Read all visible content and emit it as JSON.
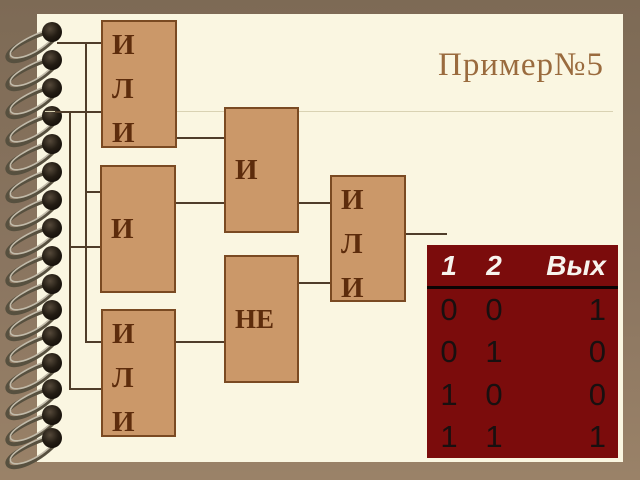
{
  "title": "Пример№5",
  "gates": {
    "or1": {
      "label": "И\nЛ\nИ"
    },
    "and1": {
      "label": "И"
    },
    "or2": {
      "label": "И\nЛ\nИ"
    },
    "and2": {
      "label": "И"
    },
    "not1": {
      "label": "НЕ"
    },
    "or3": {
      "label": "И\nЛ\nИ"
    }
  },
  "truth_table": {
    "headers": [
      "1",
      "2",
      "Вых"
    ],
    "rows": [
      [
        "0",
        "0",
        "1"
      ],
      [
        "0",
        "1",
        "0"
      ],
      [
        "1",
        "0",
        "0"
      ],
      [
        "1",
        "1",
        "1"
      ]
    ]
  },
  "colors": {
    "gate_fill": "#cb9869",
    "gate_border": "#7a4a22",
    "gate_text": "#5d2c0c",
    "table_background": "#7b0c0c",
    "table_header_text": "#f7f4ee",
    "page_background": "#faf6e1",
    "frame_brown": "#8a7560",
    "title_text": "#9a6b3e"
  }
}
